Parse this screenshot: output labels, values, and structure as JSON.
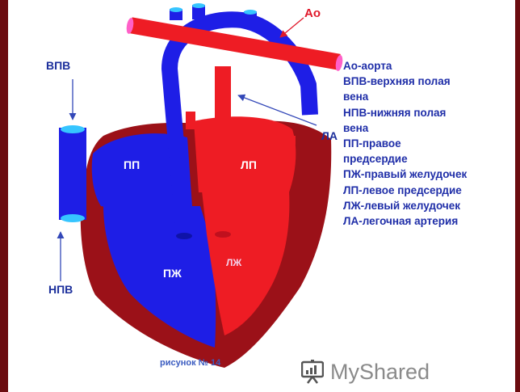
{
  "labels": {
    "ao": "Ао",
    "vpv": "ВПВ",
    "npv": "НПВ",
    "la": "ЛА",
    "pp": "ПП",
    "lp": "ЛП",
    "pzh": "ПЖ",
    "lzh": "ЛЖ"
  },
  "legend": [
    "Ао-аорта",
    "ВПВ-верхняя полая",
    "вена",
    "НПВ-нижняя полая",
    "вена",
    "ПП-правое",
    "предсердие",
    "ПЖ-правый желудочек",
    "ЛП-левое предсердие",
    "ЛЖ-левый желудочек",
    "ЛА-легочная артерия"
  ],
  "caption": "рисунок № 14",
  "watermark": {
    "text": "MyShared",
    "icon": "presentation-board-icon"
  },
  "colors": {
    "frame": "#6b0c10",
    "venous_blue": "#1e1ee6",
    "arterial_red": "#ee1c24",
    "myocardium": "#9b1118",
    "label_blue": "#1c2f9c"
  }
}
